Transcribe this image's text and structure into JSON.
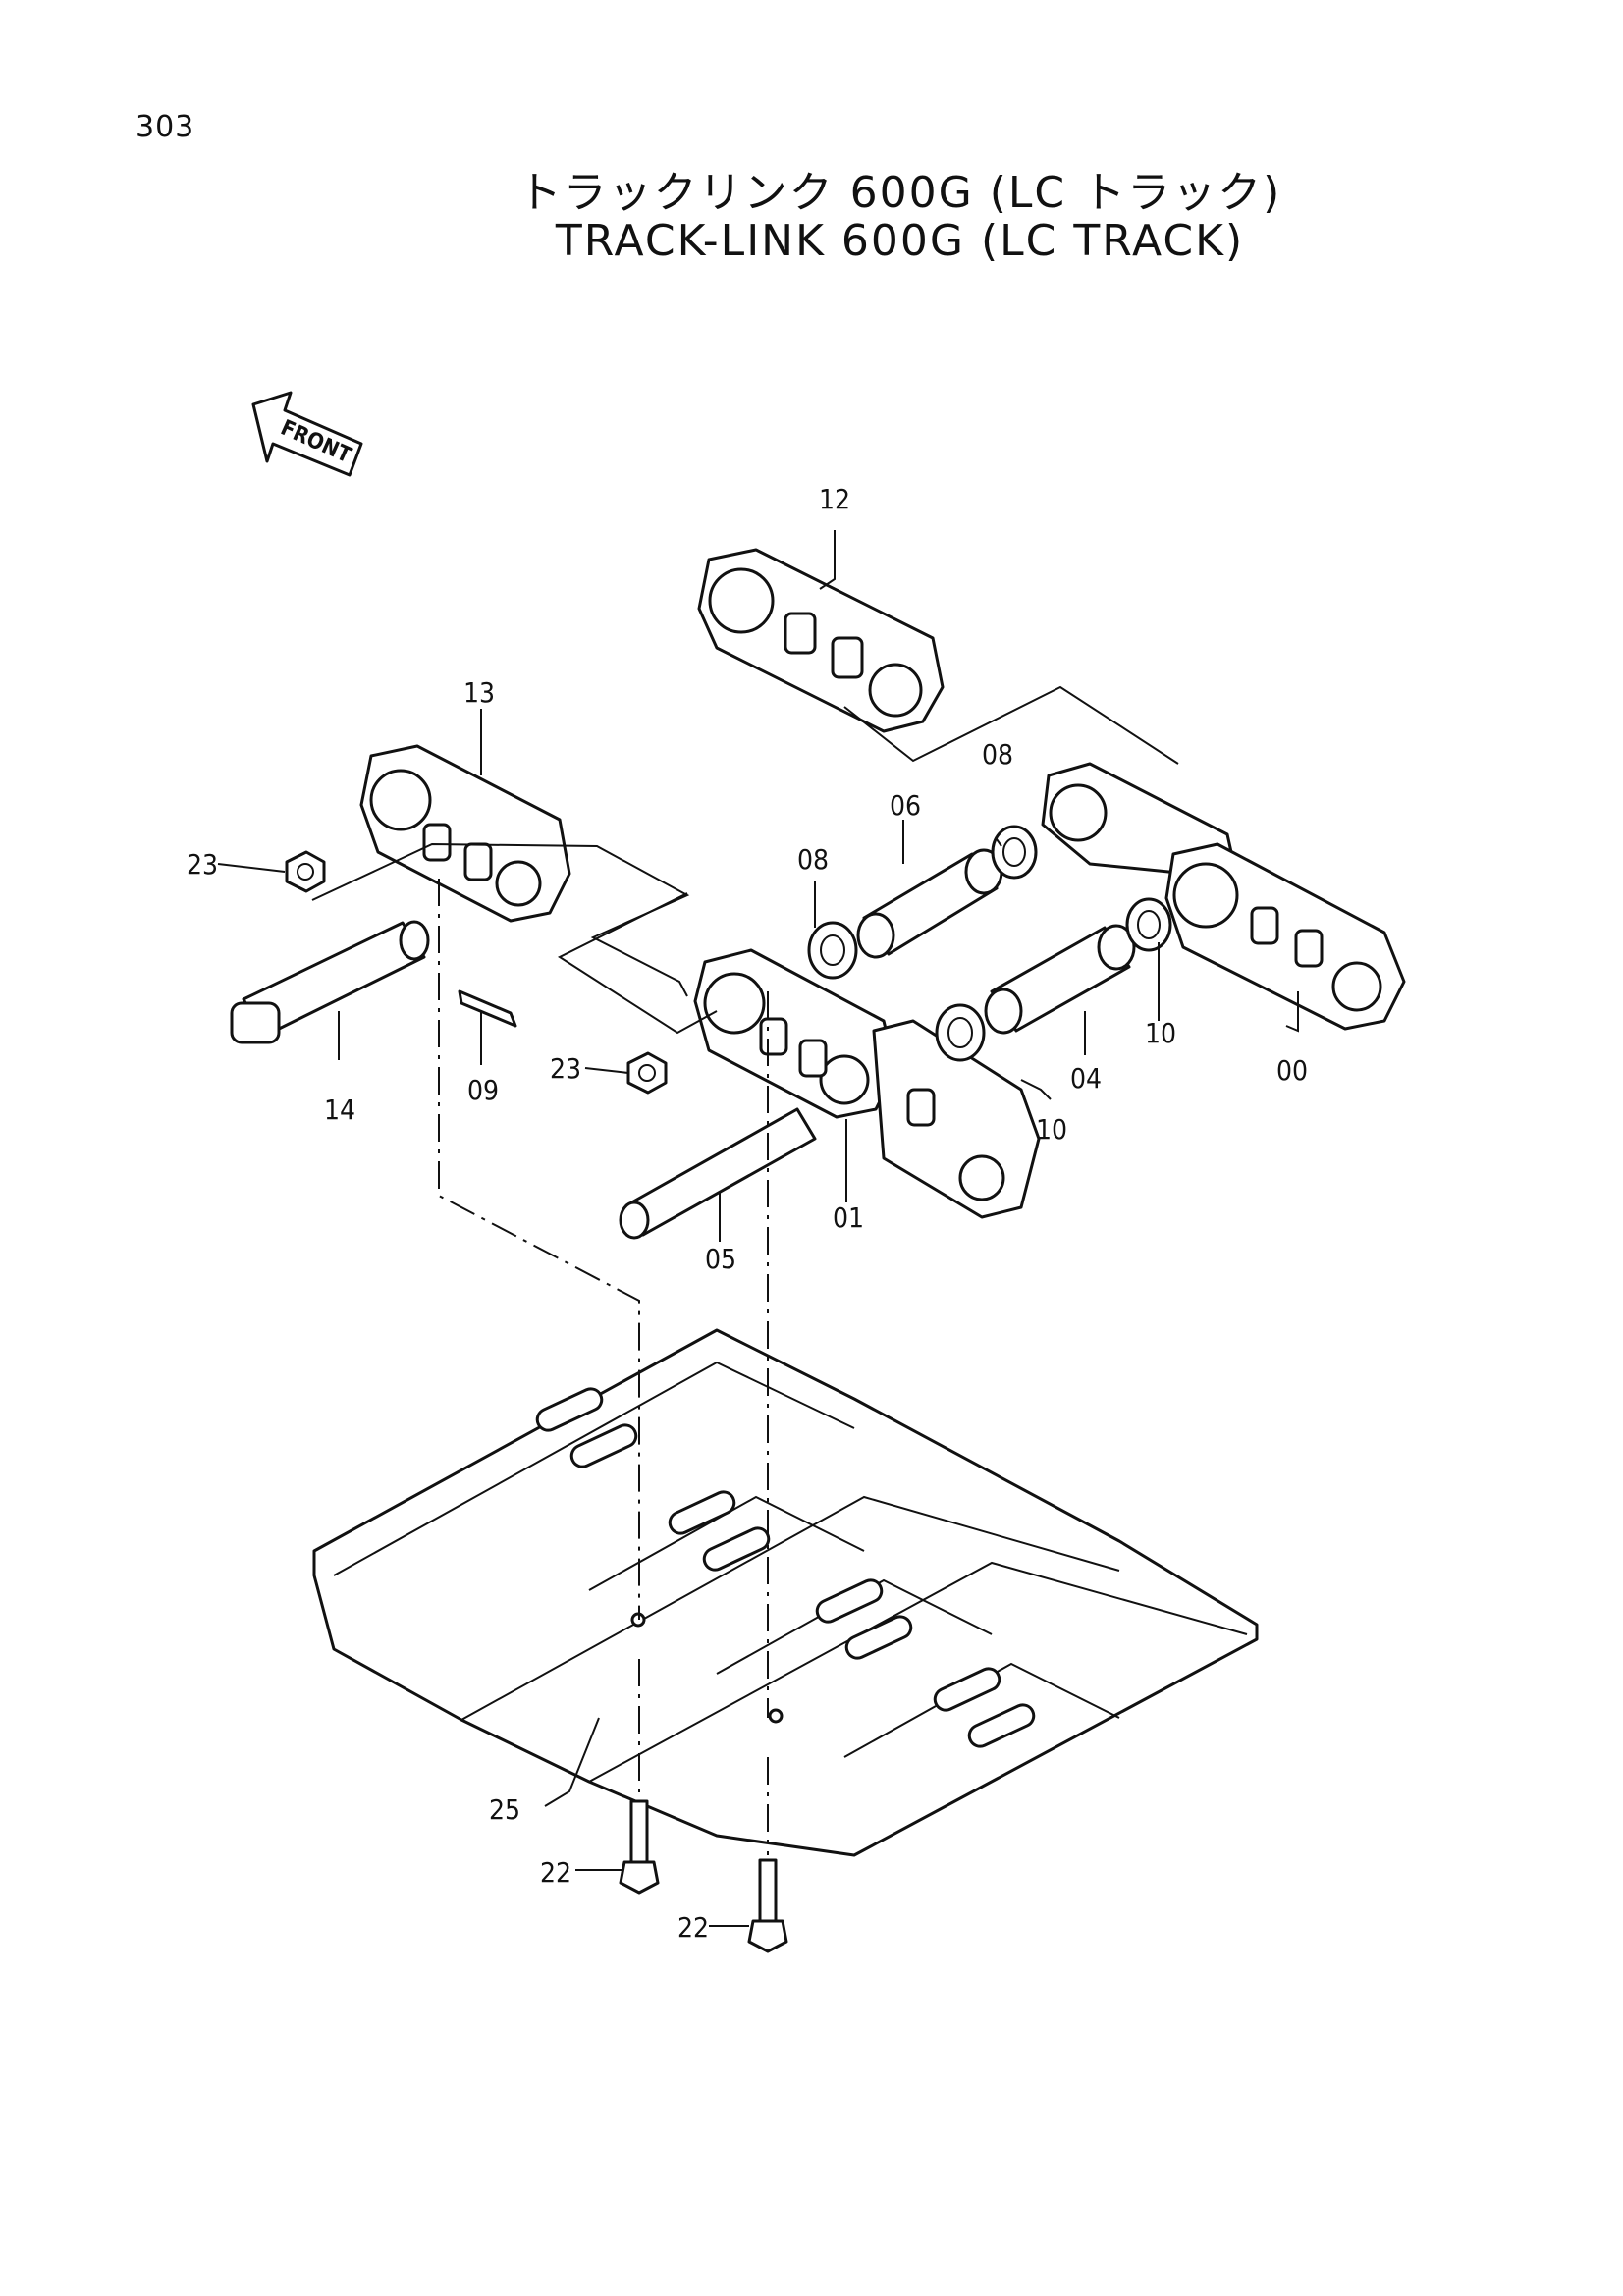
{
  "page_number": "303",
  "title_jp": "トラックリンク 600G (LC トラック)",
  "title_en": "TRACK-LINK 600G (LC TRACK)",
  "front_label": "FRONT",
  "callouts": {
    "c12": "12",
    "c13": "13",
    "c23a": "23",
    "c23b": "23",
    "c08a": "08",
    "c08b": "08",
    "c06": "06",
    "c14": "14",
    "c09": "09",
    "c10a": "10",
    "c10b": "10",
    "c04": "04",
    "c00": "00",
    "c01": "01",
    "c05": "05",
    "c25": "25",
    "c22a": "22",
    "c22b": "22"
  }
}
